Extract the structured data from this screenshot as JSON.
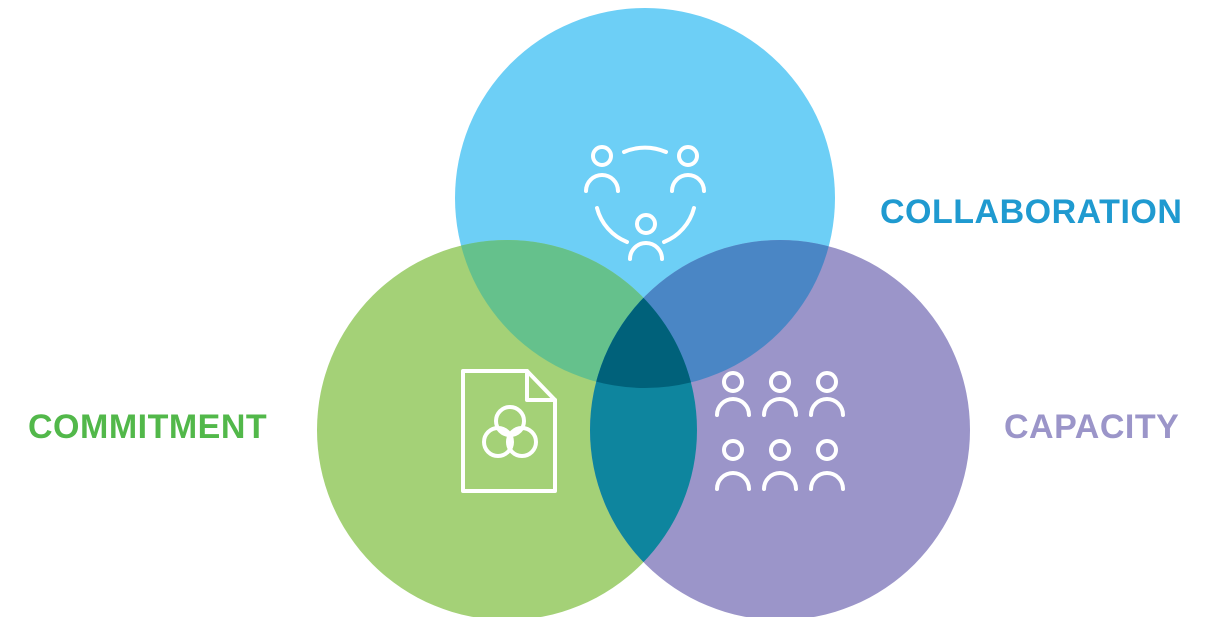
{
  "diagram": {
    "sets": [
      {
        "id": "collaboration",
        "label": "COLLABORATION",
        "fill": "#6dcff6",
        "text_color": "#1f9ad0",
        "icon": "people-network-icon"
      },
      {
        "id": "commitment",
        "label": "COMMITMENT",
        "fill": "#a4d177",
        "text_color": "#52b84a",
        "icon": "document-venn-icon"
      },
      {
        "id": "capacity",
        "label": "CAPACITY",
        "fill": "#9b95c9",
        "text_color": "#9b95c9",
        "icon": "people-group-icon"
      }
    ],
    "overlap_colors": {
      "collaboration_commitment": "#65c18c",
      "collaboration_capacity": "#4a86c5",
      "commitment_capacity": "#0e859e",
      "all_three": "#00617a"
    }
  }
}
